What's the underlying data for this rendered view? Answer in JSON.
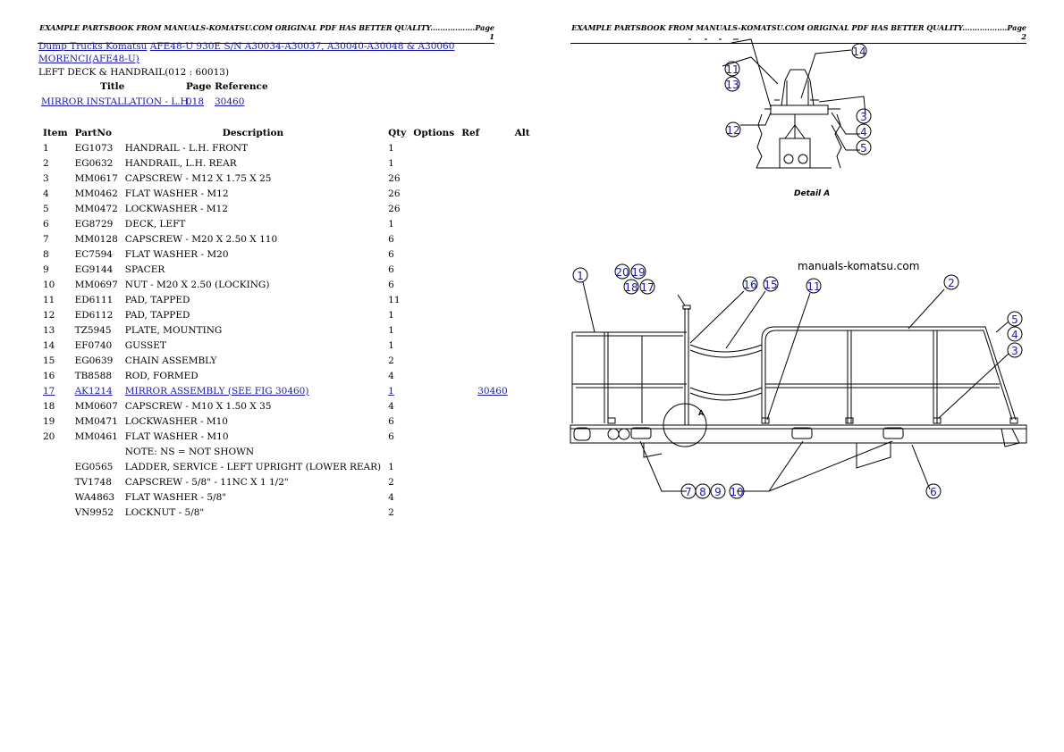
{
  "page1": {
    "header": "EXAMPLE PARTSBOOK FROM MANUALS-KOMATSU.COM ORIGINAL PDF HAS BETTER QUALITY..................Page 1",
    "breadcrumb": {
      "link1": "Dump Trucks Komatsu",
      "link2": "AFE48-U 930E S/N A30034-A30037, A30040-A30048 & A30060",
      "link3": "MORENCI(AFE48-U)"
    },
    "section_title": "LEFT DECK & HANDRAIL(012 : 60013)",
    "ref_table": {
      "col_title": "Title",
      "col_page_ref": "Page Reference",
      "row": {
        "title": "MIRROR INSTALLATION - L.H.",
        "page": "018",
        "ref": "30460"
      }
    },
    "parts_table": {
      "headers": {
        "item": "Item",
        "partno": "PartNo",
        "description": "Description",
        "qty": "Qty",
        "options": "Options",
        "ref": "Ref",
        "alt": "Alt"
      },
      "rows": [
        {
          "item": "1",
          "partno": "EG1073",
          "description": "HANDRAIL - L.H. FRONT",
          "qty": "1",
          "ref": ""
        },
        {
          "item": "2",
          "partno": "EG0632",
          "description": "HANDRAIL, L.H. REAR",
          "qty": "1",
          "ref": ""
        },
        {
          "item": "3",
          "partno": "MM0617",
          "description": "CAPSCREW - M12 X 1.75 X 25",
          "qty": "26",
          "ref": ""
        },
        {
          "item": "4",
          "partno": "MM0462",
          "description": "FLAT WASHER - M12",
          "qty": "26",
          "ref": ""
        },
        {
          "item": "5",
          "partno": "MM0472",
          "description": "LOCKWASHER - M12",
          "qty": "26",
          "ref": ""
        },
        {
          "item": "6",
          "partno": "EG8729",
          "description": "DECK, LEFT",
          "qty": "1",
          "ref": ""
        },
        {
          "item": "7",
          "partno": "MM0128",
          "description": "CAPSCREW - M20 X 2.50 X 110",
          "qty": "6",
          "ref": ""
        },
        {
          "item": "8",
          "partno": "EC7594",
          "description": "FLAT WASHER - M20",
          "qty": "6",
          "ref": ""
        },
        {
          "item": "9",
          "partno": "EG9144",
          "description": "SPACER",
          "qty": "6",
          "ref": ""
        },
        {
          "item": "10",
          "partno": "MM0697",
          "description": "NUT - M20 X 2.50 (LOCKING)",
          "qty": "6",
          "ref": ""
        },
        {
          "item": "11",
          "partno": "ED6111",
          "description": "PAD, TAPPED",
          "qty": "11",
          "ref": ""
        },
        {
          "item": "12",
          "partno": "ED6112",
          "description": "PAD, TAPPED",
          "qty": "1",
          "ref": ""
        },
        {
          "item": "13",
          "partno": "TZ5945",
          "description": "PLATE, MOUNTING",
          "qty": "1",
          "ref": ""
        },
        {
          "item": "14",
          "partno": "EF0740",
          "description": "GUSSET",
          "qty": "1",
          "ref": ""
        },
        {
          "item": "15",
          "partno": "EG0639",
          "description": "CHAIN ASSEMBLY",
          "qty": "2",
          "ref": ""
        },
        {
          "item": "16",
          "partno": "TB8588",
          "description": "ROD, FORMED",
          "qty": "4",
          "ref": ""
        },
        {
          "item": "17",
          "partno": "AK1214",
          "description": "MIRROR ASSEMBLY (SEE FIG 30460)",
          "qty": "1",
          "ref": "30460",
          "link": true
        },
        {
          "item": "18",
          "partno": "MM0607",
          "description": "CAPSCREW - M10 X 1.50 X 35",
          "qty": "4",
          "ref": ""
        },
        {
          "item": "19",
          "partno": "MM0471",
          "description": "LOCKWASHER - M10",
          "qty": "6",
          "ref": ""
        },
        {
          "item": "20",
          "partno": "MM0461",
          "description": "FLAT WASHER - M10",
          "qty": "6",
          "ref": ""
        },
        {
          "item": "",
          "partno": "",
          "description": "NOTE: NS = NOT SHOWN",
          "qty": "",
          "ref": ""
        },
        {
          "item": "",
          "partno": "EG0565",
          "description": "LADDER, SERVICE - LEFT UPRIGHT (LOWER REAR)",
          "qty": "1",
          "ref": ""
        },
        {
          "item": "",
          "partno": "TV1748",
          "description": "CAPSCREW - 5/8\" - 11NC X 1 1/2\"",
          "qty": "2",
          "ref": ""
        },
        {
          "item": "",
          "partno": "WA4863",
          "description": "FLAT WASHER - 5/8\"",
          "qty": "4",
          "ref": ""
        },
        {
          "item": "",
          "partno": "VN9952",
          "description": "LOCKNUT - 5/8\"",
          "qty": "2",
          "ref": ""
        }
      ]
    }
  },
  "page2": {
    "header": "EXAMPLE PARTSBOOK FROM MANUALS-KOMATSU.COM ORIGINAL PDF HAS BETTER QUALITY..................Page 2",
    "detail_label": "Detail A",
    "watermark": "manuals-komatsu.com",
    "detail_a_callout": "A",
    "callouts_detail": [
      "14",
      "11",
      "13",
      "12",
      "3",
      "4",
      "5"
    ],
    "callouts_main": [
      "1",
      "20",
      "19",
      "18",
      "17",
      "16",
      "15",
      "11",
      "2",
      "5",
      "4",
      "3",
      "7",
      "8",
      "9",
      "10",
      "6"
    ]
  },
  "colors": {
    "link": "#1a1aa6",
    "callout": "#1a1aa6"
  }
}
